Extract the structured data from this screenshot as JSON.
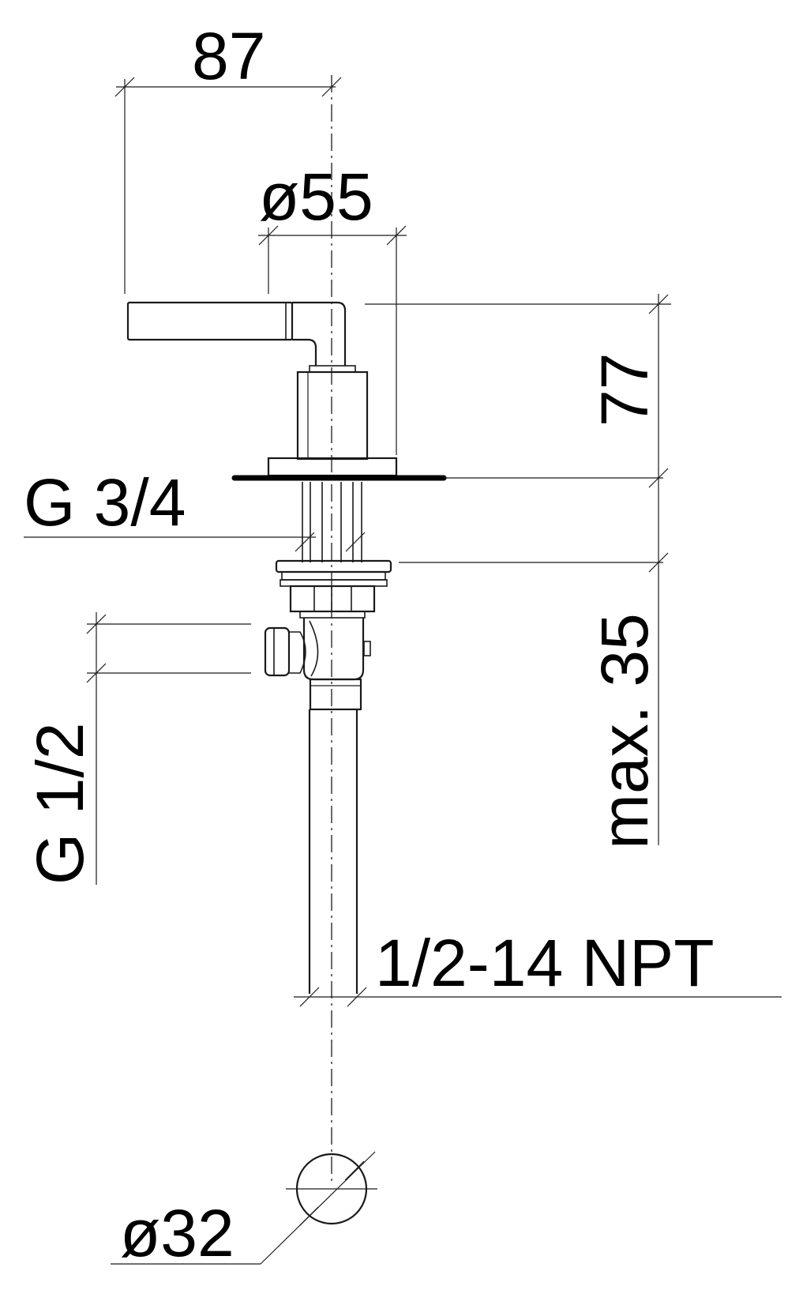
{
  "labels": {
    "width_handle": "87",
    "diameter_rosette": "ø55",
    "height_above_deck": "77",
    "deck_thread": "G 3/4",
    "deck_thickness": "max. 35",
    "outlet_thread": "G 1/2",
    "supply_thread": "1/2-14 NPT",
    "hole_diameter": "ø32"
  },
  "colors": {
    "line": "#1a1a1a",
    "background": "#ffffff"
  }
}
